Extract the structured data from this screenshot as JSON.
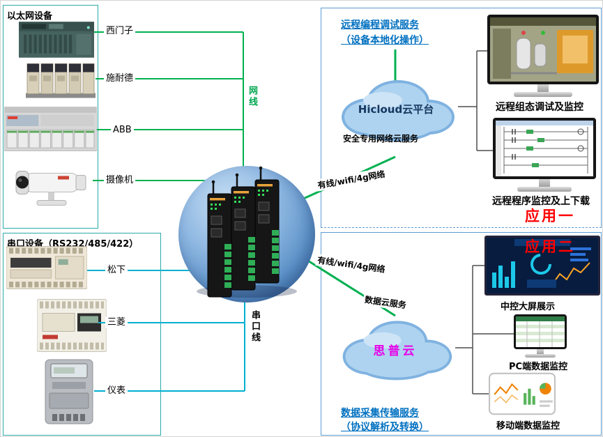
{
  "ethernet_box": {
    "title": "以太网设备",
    "devices": [
      {
        "label": "西门子"
      },
      {
        "label": "施耐德"
      },
      {
        "label": "ABB"
      },
      {
        "label": "摄像机"
      }
    ]
  },
  "serial_box": {
    "title": "串口设备（RS232/485/422）",
    "devices": [
      {
        "label": "松下"
      },
      {
        "label": "三菱"
      },
      {
        "label": "仪表"
      }
    ]
  },
  "cables": {
    "ethernet": "网线",
    "serial": "串口线"
  },
  "links": {
    "top_network": "有线/wifi/4g网络",
    "bottom_network": "有线/wifi/4g网络",
    "top_cloud_sub": "安全专用网络云服务",
    "bottom_cloud_sub": "数据云服务"
  },
  "app_one": {
    "title_line1": "远程编程调试服务",
    "title_line2": "（设备本地化操作）",
    "cloud": "Hicloud云平台",
    "monitor1_caption": "远程组态调试及监控",
    "monitor2_caption": "远程程序监控及上下载",
    "badge": "应用一"
  },
  "app_two": {
    "badge": "应用二",
    "cloud": "思普云",
    "output1_caption": "中控大屏展示",
    "output2_caption": "PC端数据监控",
    "output3_caption": "移动端数据监控",
    "title_line1": "数据采集传输服务",
    "title_line2": "（协议解析及转换）"
  },
  "colors": {
    "ethernet_line": "#00b050",
    "serial_line": "#00b0d0",
    "teal_box_border": "#2ba8a8",
    "blue_box_border": "#5b9bd5",
    "service_title_blue": "#0070c0",
    "app_badge_red": "#ff0000",
    "cloud_fill": "#aed3f0",
    "hicloud_text": "#17375e",
    "sipuyun_text": "#e800e8"
  }
}
